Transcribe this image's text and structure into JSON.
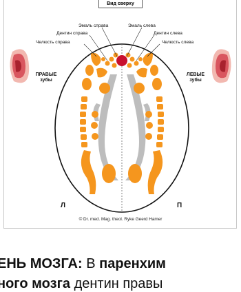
{
  "diagram": {
    "view_label": "Вид сверху",
    "labels": {
      "enamel_right": "Эмаль справа",
      "enamel_left": "Эмаль слева",
      "dentin_right": "Дентин справа",
      "dentin_left": "Дентин слева",
      "jaw_right": "Челюсть справа",
      "jaw_left": "Челюсть слева"
    },
    "side_right": "ПРАВЫЕ зубы",
    "side_left": "ЛЕВЫЕ зубы",
    "letter_left": "Л",
    "letter_right": "П",
    "copyright": "© Dr. med. Mag. theol. Ryke Geerd Hamer",
    "colors": {
      "orange": "#f5961e",
      "gray": "#bdbdbd",
      "red": "#c8102e",
      "mouth": "#e8707a"
    }
  },
  "text": {
    "line1_bold": "ЕНЬ МОЗГА:",
    "line1_plain": " В ",
    "line1_bold2": "паренхим",
    "line2_bold": "ного мозга",
    "line2_plain": " дентин правы"
  }
}
